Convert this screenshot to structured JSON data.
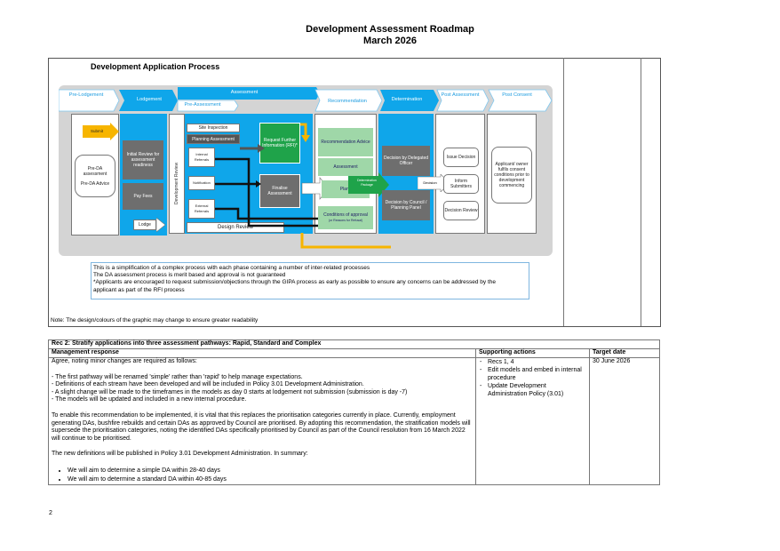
{
  "header": {
    "title": "Development Assessment Roadmap",
    "subtitle": "March 2026"
  },
  "diagram": {
    "title": "Development Application Process",
    "phases": [
      "Pre-Lodgement",
      "Lodgement",
      "Assessment",
      "Pre-Assessment",
      "Recommendation",
      "Determination",
      "Post Assessment",
      "Post Consent"
    ],
    "submit": "Submit",
    "pre_da_assessment": "Pre-DA assessment",
    "pre_da_advice": "Pre-DA Advice",
    "initial_review": "Initial Review for assessment readiness",
    "pay_fees": "Pay Fees",
    "lodge": "Lodge",
    "development_review": "Development Review",
    "site_inspection": "Site Inspection",
    "planning_assessment": "Planning Assessment",
    "internal_referrals": "Internal Referrals",
    "notification": "Notification",
    "external_referrals": "External Referrals",
    "design_review": "Design Review",
    "rfi": "Request Further Information (RFI)*",
    "finalise": "Finalise Assessment",
    "rec_advice": "Recommendation Advice",
    "rec_assessment": "Assessment",
    "plans": "Plans",
    "conditions": "Conditions of approval",
    "conditions_sub": "(or Reasons for Refusal)",
    "det_package": "Determination Package",
    "decision_officer": "Decision by Delegated Officer",
    "decision_council": "Decision by Council / Planning Panel",
    "decision_label": "Decision",
    "issue_decision": "Issue Decision",
    "inform_submitters": "Inform Submitters",
    "decision_review": "Decision Review",
    "post_consent": "Applicant/ owner fulfils consent conditions prior to development commencing"
  },
  "notes": {
    "lines": [
      "This is a simplification of a complex process with each phase containing a number of inter-related processes",
      "The DA assessment process is merit based and approval is not guaranteed",
      "*Applicants are encouraged to request submission/objections through the GIPA process as early as possible to ensure any concerns can be addressed by the",
      "applicant as part of the RFI process"
    ],
    "footer": "Note: The design/colours of the graphic may change to ensure greater readability"
  },
  "rec": {
    "heading": "Rec 2: Stratify applications into three assessment pathways: Rapid, Standard and Complex",
    "col_response": "Management response",
    "col_actions": "Supporting actions",
    "col_target": "Target date",
    "para1": "Agree, noting minor changes are required as follows:",
    "bullets": [
      "- The first pathway will be renamed 'simple' rather than 'rapid' to help manage expectations.",
      "- Definitions of each stream have been developed and will be included in Policy 3.01 Development Administration.",
      "- A slight change will be made to the timeframes in the models as day 0 starts at lodgement not submission (submission is day -7)",
      "- The models will be updated and included in a new internal procedure."
    ],
    "para2": "To enable this recommendation to be implemented, it is vital that this replaces the prioritisation categories currently in place. Currently, employment generating DAs, bushfire rebuilds and certain DAs as approved by Council are prioritised. By adopting this recommendation, the stratification models will supersede the prioritisation categories, noting the identified DAs specifically prioritised by Council as part of the Council resolution from 16 March 2022 will continue to be prioritised.",
    "para3": "The new definitions will be published in Policy 3.01 Development Administration. In summary:",
    "summary": [
      "We will aim to determine a simple DA within 28-40 days",
      "We will aim to determine a standard DA within 40-85 days"
    ],
    "actions": [
      "Recs 1, 4",
      "Edit models and embed in internal procedure",
      "Update Development Administration Policy (3.01)"
    ],
    "target": "30 June 2026"
  },
  "page_number": "2"
}
